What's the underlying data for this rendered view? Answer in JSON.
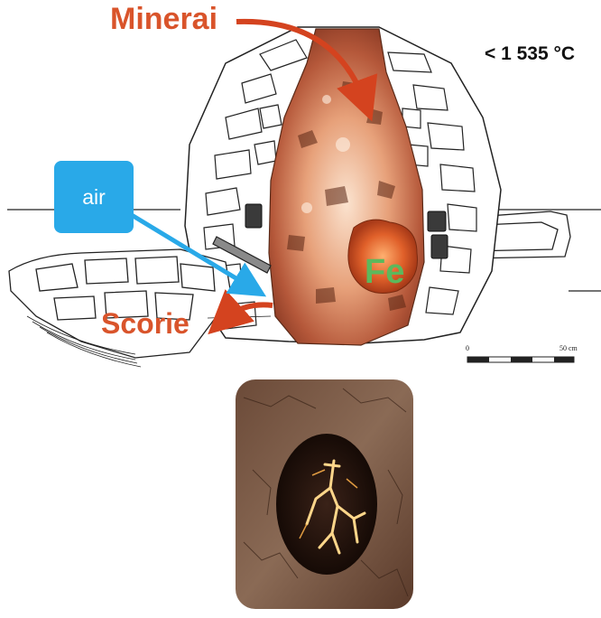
{
  "labels": {
    "ore": "Minerai",
    "slag": "Scorie",
    "iron": "Fe",
    "air": "air",
    "temperature": "< 1 535 °C"
  },
  "scale": {
    "zero": "0",
    "max": "50 cm"
  },
  "colors": {
    "arrow_red": "#d4431f",
    "label_red": "#d9542b",
    "air_blue": "#29a9e8",
    "iron_green": "#5cb85c",
    "fire_orange": "#f0a060",
    "wall_line": "#222222"
  }
}
